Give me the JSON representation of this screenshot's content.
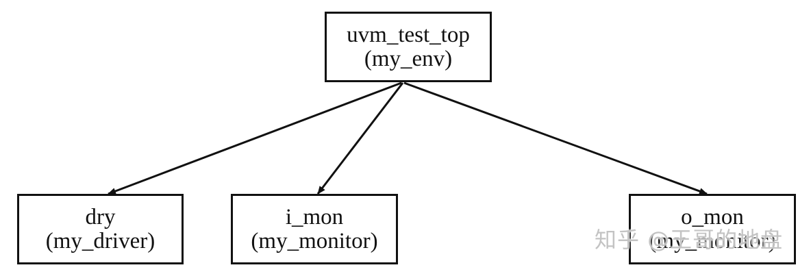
{
  "nodes": {
    "root": {
      "name": "uvm_test_top",
      "type": "(my_env)"
    },
    "driver": {
      "name": "dry",
      "type": "(my_driver)"
    },
    "i_mon": {
      "name": "i_mon",
      "type": "(my_monitor)"
    },
    "o_mon": {
      "name": "o_mon",
      "type": "(my_monitor)"
    }
  },
  "watermark": "知乎 @王哥的地盘",
  "colors": {
    "stroke": "#111111",
    "background": "#ffffff",
    "watermark": "#b9b9b9"
  }
}
